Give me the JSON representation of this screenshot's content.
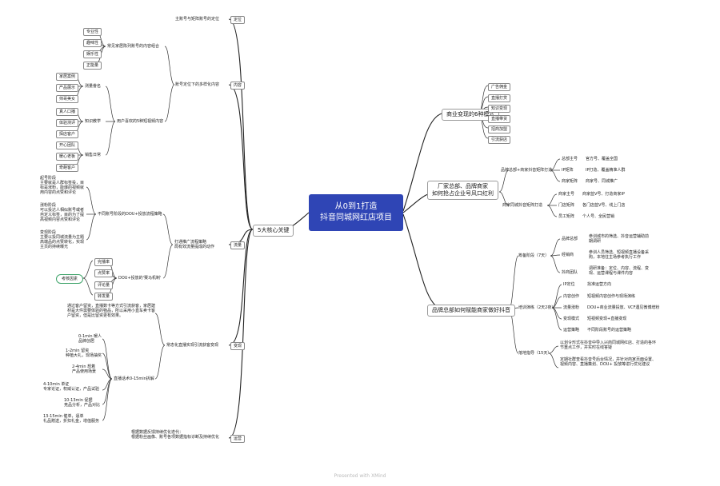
{
  "root": {
    "line1": "从0到1打造",
    "line2": "抖音同城网红店项目"
  },
  "left": {
    "main": "5大核心关键",
    "positioning": {
      "label": "定位",
      "child": "主账号与矩阵账号的定位"
    },
    "content": {
      "label": "内容",
      "mid": "账号定位下的多样化内容",
      "common": {
        "label": "常见家居陈列账号的内容组合",
        "items": [
          "专业性",
          "趣味性",
          "娱乐性",
          "正能量"
        ]
      },
      "likes": {
        "label": "用户喜欢的5种短视频内容"
      },
      "tutorial": {
        "label": "测量誊名",
        "items": [
          "家居案例",
          "产品展示",
          "帅哥美女"
        ]
      },
      "knowledge": {
        "label": "知识教学",
        "items": [
          "真人口播",
          "体验测评",
          "探店客户"
        ]
      },
      "daily": {
        "label": "销售日常",
        "items": [
          "开心团队",
          "暖心老板",
          "奇葩客户"
        ]
      }
    },
    "traffic": {
      "label": "流量",
      "mid": "打通推广流程策略\n局有效流量提成的动作",
      "stages": "不同账号阶段的DOU+投放流程策略",
      "stage_texts": [
        "起号阶段\n主要就是人群标签投，目标是涨粉，能爆的视频就用内容的点赞和评论",
        "涨粉阶段\n可以投达人相似账号或者自定义标签，目的为了提高视频内容点赞和评论",
        "变现阶段\n主要以投同城流量为主题高端品的点赞转化，实现主页的持续曝光"
      ],
      "dou": "DOU+投放的'赛马机制'",
      "metrics": [
        "完播率",
        "点赞率",
        "评论量",
        "转发量"
      ],
      "exam": "考核因素"
    },
    "conversion": {
      "label": "变现",
      "mid": "常态化直播实现引流获客变现",
      "intro": "通过客户留资，直播数卡等方式引流获客，家居建材是大件需要体验的物品，所以采用小直车卖卡客户留资，但是比留资更有效果。",
      "script": "直播话术0-15min拆解",
      "steps": [
        "0-1min 暖人\n品牌创居",
        "1-2min 留资\n种植大礼，现场抽奖",
        "2-4min 想着\n产品使用场景",
        "4-10min 单证\n专家论证，权威认证，产品试验",
        "10-13min 促据\n竞品分析，产品对比",
        "13-15min 催单，逼单\n礼品赠送，折扣礼金，增值服务"
      ]
    },
    "operation": {
      "label": "运营",
      "mid": "根据数据反馈持续优化迭代：\n根据粉丝画像、账号各项数据指标诊断及持续优化"
    }
  },
  "right": {
    "monet": {
      "label": "商业变现的6种模式",
      "items": [
        "广告佣金",
        "直播打赏",
        "知识变现",
        "直播带货",
        "招商加盟",
        "引流获店"
      ]
    },
    "brand": {
      "label": "厂家总部、品牌商家\n如何抢占企业号风口红利",
      "hq": {
        "label": "品牌总部+商家抖音矩阵打造",
        "items": [
          {
            "k": "总部主号",
            "v": "官方号、覆盖全国"
          },
          {
            "k": "IP矩阵",
            "v": "IP打造、覆盖精准人群"
          },
          {
            "k": "商家矩阵",
            "v": "商家号、同城推广"
          }
        ]
      },
      "dealer": {
        "label": "商家同城抖音矩阵打造",
        "items": [
          {
            "k": "商家主号",
            "v": "商家蓝V号、打造商家IP"
          },
          {
            "k": "门店矩阵",
            "v": "各门店蓝V号、线上门店"
          },
          {
            "k": "员工矩阵",
            "v": "个人号、全民营销"
          }
        ]
      }
    },
    "help": {
      "label": "品牌总部如何赋能商家做好抖音",
      "plan": {
        "label": "筹备阶段（7天）",
        "items": [
          {
            "k": "品牌总部",
            "v": "参训城市的筛选、抖音运营辅助前期调研"
          },
          {
            "k": "经销商",
            "v": "参训人员筛选、短视频直播设备采购，本地往主场参考执行工作"
          },
          {
            "k": "抖商团队",
            "v": "调研准备：定位、内容、流程、变现、运营课程与课件内容"
          }
        ]
      },
      "train": {
        "label": "培训演练（2天2夜）",
        "items": [
          {
            "k": "IP定位",
            "v": "找准运营方向"
          },
          {
            "k": "内容创作",
            "v": "短视频内容创作与现场演练"
          },
          {
            "k": "流量涨粉",
            "v": "DOU+商业流量投放、VCF遇见微博增粉"
          },
          {
            "k": "变现模式",
            "v": "短视频变现+直播变现"
          },
          {
            "k": "运营策略",
            "v": "不同阶段账号的运营策略"
          }
        ]
      },
      "guide": {
        "label": "落地指导（15天）",
        "items": [
          "以划令形式在抖音中导入兴商同城网红店、打造的各环节重点工作，并实时在线答疑",
          "定期社群查看抖音号后台情况，并针对商家页面设置、视频内容、直播策划、DOU+ 投放等进行优化建议"
        ]
      }
    }
  },
  "footer": "Presented with XMind"
}
